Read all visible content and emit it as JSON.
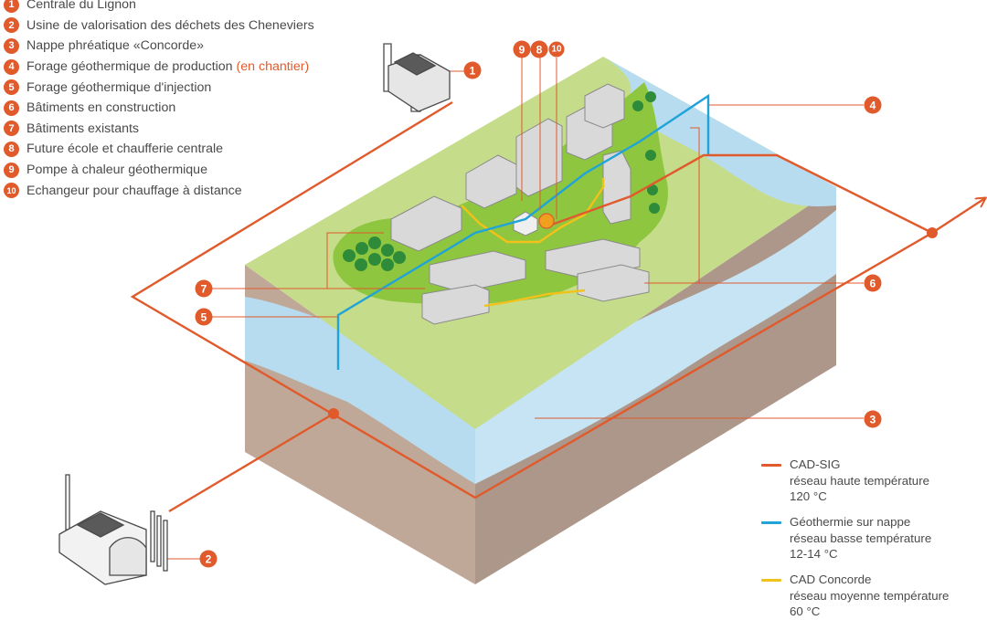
{
  "legend": [
    {
      "num": "1",
      "text": "Centrale du Lignon"
    },
    {
      "num": "2",
      "text": "Usine de valorisation des déchets des Cheneviers"
    },
    {
      "num": "3",
      "text": "Nappe phréatique «Concorde»"
    },
    {
      "num": "4",
      "text": "Forage géothermique de production",
      "extra": "(en chantier)"
    },
    {
      "num": "5",
      "text": "Forage géothermique d'injection"
    },
    {
      "num": "6",
      "text": "Bâtiments en construction"
    },
    {
      "num": "7",
      "text": "Bâtiments existants"
    },
    {
      "num": "8",
      "text": "Future école et chaufferie centrale"
    },
    {
      "num": "9",
      "text": "Pompe à chaleur géothermique"
    },
    {
      "num": "10",
      "text": "Echangeur pour chauffage à distance"
    }
  ],
  "markers": {
    "m1": "1",
    "m2": "2",
    "m3": "3",
    "m4": "4",
    "m5": "5",
    "m6": "6",
    "m7": "7",
    "m8": "8",
    "m9": "9",
    "m10": "10"
  },
  "networks": [
    {
      "name": "CAD-SIG",
      "line2": "réseau haute température",
      "line3": "120 °C",
      "color": "#e05a2c"
    },
    {
      "name": "Géothermie sur nappe",
      "line2": "réseau basse température",
      "line3": "12-14 °C",
      "color": "#1fa3d8"
    },
    {
      "name": "CAD Concorde",
      "line2": "réseau moyenne température",
      "line3": "60 °C",
      "color": "#f2c21a"
    }
  ],
  "colors": {
    "accent": "#e05a2c",
    "grass": "#c5dc8a",
    "lawn": "#8ec63f",
    "water": "#b7dcef",
    "soil": "#c9b3a3",
    "soilDark": "#ad978a"
  }
}
